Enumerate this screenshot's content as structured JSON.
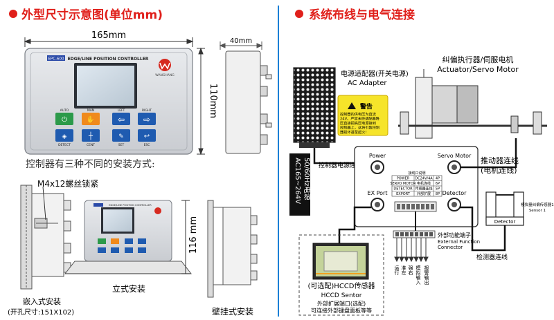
{
  "left": {
    "section_title": "外型尺寸示意图(单位mm)",
    "dim_width": "165mm",
    "dim_height": "110mm",
    "dim_depth": "40mm",
    "panel": {
      "model": "EPC-600",
      "name": "EDGE/LINE POSITION CONTROLLER",
      "brand": "WANGHANG",
      "buttons": [
        {
          "label": "AUTO"
        },
        {
          "label": "MAN"
        },
        {
          "label": "LEFT"
        },
        {
          "label": "RIGHT"
        },
        {
          "label": "DETECT"
        },
        {
          "label": "CENT"
        },
        {
          "label": "SET"
        },
        {
          "label": "ESC"
        }
      ]
    },
    "install_heading": "控制器有三种不同的安装方式:",
    "screw_label": "M4x12螺丝锁紧",
    "embedded_label": "嵌入式安装",
    "embedded_hole": "(开孔尺寸:151X102)",
    "standing_label": "立式安装",
    "standing_dim": "116 mm",
    "wall_label": "壁挂式安装"
  },
  "right": {
    "section_title": "系统布线与电气连接",
    "adapter_cn": "电源适配器(开关电源)",
    "adapter_en": "AC Adapter",
    "warning_title": "警告",
    "warning_lines": [
      "控制器的供电压为直流",
      "24V。严禁未经适配器降",
      "压直接把高压电源接到",
      "控制器上，这将引致控制",
      "器损坏甚至起火!"
    ],
    "power_side_label": "AC165~264V",
    "power_side_freq": "50/60Hz电源",
    "actuator_cn": "纠偏执行器/伺服电机",
    "actuator_en": "Actuator/Servo Motor",
    "power_port": "Power",
    "servo_port": "Servo Motor",
    "ex_port": "EX Port",
    "detector_port": "Detector",
    "power_line_label": "控制器电源连线",
    "actuator_line_cn": "推动器连线",
    "actuator_line_en": "(电机连线)",
    "port_table": [
      {
        "name": "POWER",
        "cn": "DC24V/4A",
        "pin": "4P"
      },
      {
        "name": "SERVO MOTOR",
        "cn": "电机连线",
        "pin": "6P"
      },
      {
        "name": "DETECTOR",
        "cn": "传感器连线",
        "pin": "5P"
      },
      {
        "name": "EXPORT",
        "cn": "外部扩展",
        "pin": "8P"
      }
    ],
    "port_table_header": "接线口说明",
    "detector_caption": "Detector",
    "sensor_cn": "模拟量纠偏传感器1",
    "sensor_en": "Sensor 1",
    "detector_line_label": "检测器连线",
    "ext_cn": "外部功能端子",
    "ext_en1": "External Function",
    "ext_en2": "Connector",
    "ext_terminals": [
      "运行",
      "准左",
      "强右",
      "模拟输入",
      "报警输出"
    ],
    "hccd_cn": "(可选配)HCCD传感器",
    "hccd_en": "HCCD Sentor",
    "hccd_note1": "外部扩展端口(选配)",
    "hccd_note2": "可连接外部键盘面板等等"
  }
}
